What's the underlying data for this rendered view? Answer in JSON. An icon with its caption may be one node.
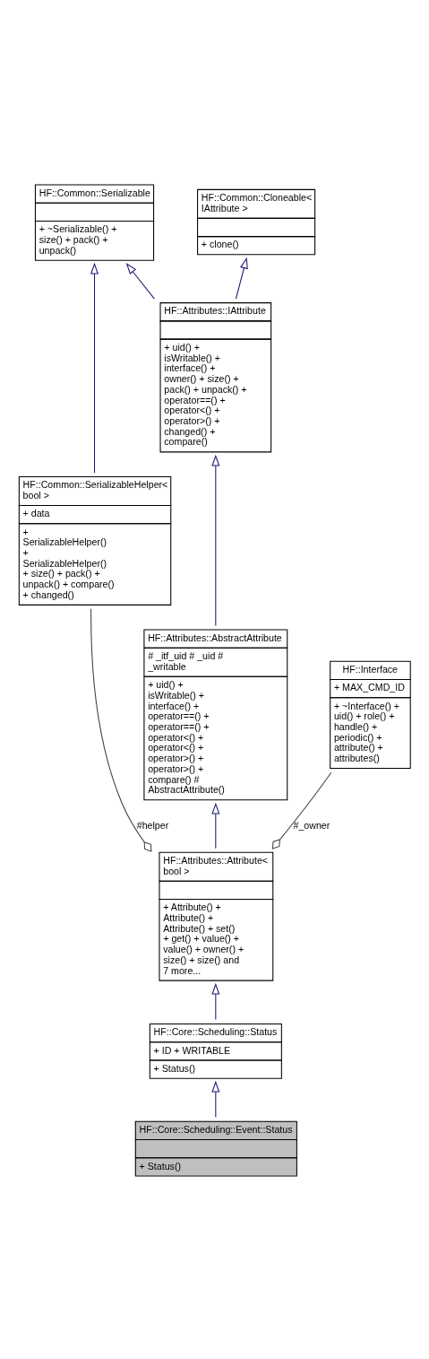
{
  "diagram": {
    "nodes": [
      {
        "text": [
          "HF::Common::Serializable",
          "+ ~Serializable() + size() + pack() + unpack()"
        ]
      },
      {
        "text": [
          "HF::Common::Cloneable< IAttribute >",
          "+ clone()"
        ]
      },
      {
        "text": [
          "HF::Attributes::IAttribute",
          "+ uid() + isWritable() + interface() + owner() + size() + pack() + unpack() + operator==() + operator<() + operator>() + changed() + compare()"
        ]
      },
      {
        "text": [
          "HF::Common::SerializableHelper< bool >",
          "+ data",
          "+ SerializableHelper() + SerializableHelper() + size() + pack() + unpack() + compare() + changed()"
        ]
      },
      {
        "text": [
          "HF::Attributes::AbstractAttribute",
          "# _itf_uid # _uid # _writable",
          "+ uid() + isWritable() + interface() + operator==() + operator==() + operator<() + operator<() + operator>() + operator>() + compare() # AbstractAttribute()"
        ]
      },
      {
        "text": [
          "HF::Interface",
          "+ MAX_CMD_ID",
          "+ ~Interface() + uid() + role() + handle() + periodic() + attribute() + attributes()"
        ]
      },
      {
        "text": [
          "HF::Attributes::Attribute< bool >",
          "+ Attribute() + Attribute() + Attribute() + set() + get() + value() + value() + owner() + size() + size() and 7 more..."
        ]
      },
      {
        "text": [
          "HF::Core::Scheduling::Status",
          "+ ID + WRITABLE",
          "+ Status()"
        ]
      },
      {
        "text": [
          "HF::Core::Scheduling::Event::Status",
          "+ Status()"
        ]
      }
    ],
    "edges": [
      {
        "from": 2,
        "to": 0,
        "arrow": "to"
      },
      {
        "from": 2,
        "to": 1,
        "arrow": "to"
      },
      {
        "from": 3,
        "to": 0,
        "arrow": "to"
      },
      {
        "from": 4,
        "to": 2,
        "arrow": "to"
      },
      {
        "from": 6,
        "to": 4,
        "arrow": "to"
      },
      {
        "from": 6,
        "to": 3,
        "arrow": "other",
        "label": "#helper",
        "color": "#404040"
      },
      {
        "from": 6,
        "to": 5,
        "arrow": "other",
        "label": "#_owner",
        "color": "#404040"
      },
      {
        "from": 7,
        "to": 6,
        "arrow": "to"
      },
      {
        "from": 8,
        "to": 7,
        "arrow": "to"
      }
    ]
  }
}
